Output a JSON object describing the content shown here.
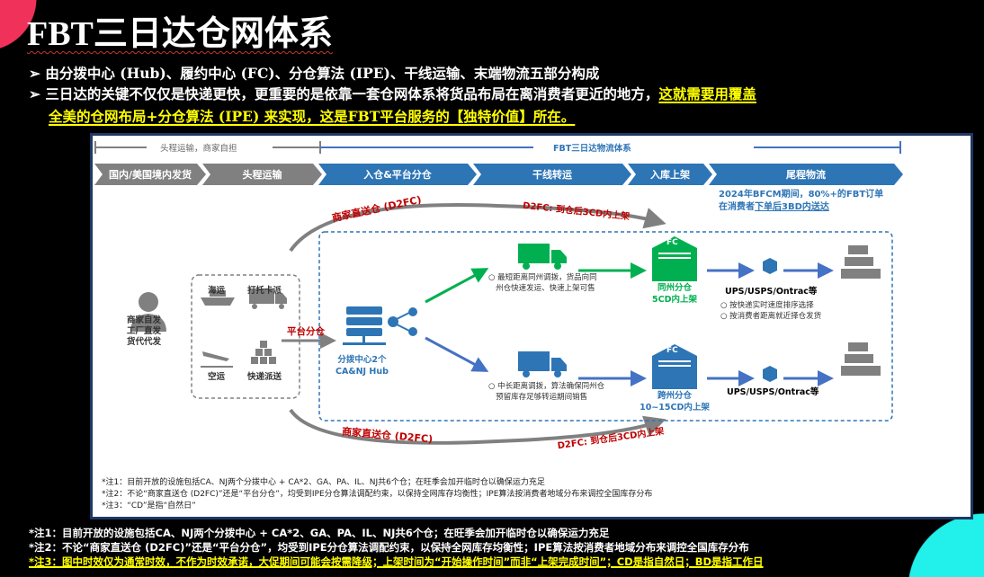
{
  "title": "FBT三日达仓网体系",
  "bullets": [
    "由分拨中心 (Hub)、履约中心 (FC)、分仓算法 (IPE)、干线运输、末端物流五部分构成",
    "三日达的关键不仅仅是快递更快，更重要的是依靠一套仓网体系将货品布局在离消费者更近的地方，",
    "这就需要用覆盖",
    "全美的仓网布局+分仓算法 (IPE) 来实现，这是FBT平台服务的【独特价值】所在。"
  ],
  "timeline": {
    "left_label": "头程运输，商家自担",
    "right_label": "FBT三日达物流体系"
  },
  "stages": [
    "国内/美国境内发货",
    "头程运输",
    "入仓&平台分仓",
    "干线转运",
    "入库上架",
    "尾程物流"
  ],
  "bfcm": {
    "line1": "2024年BFCM期间，80%+的FBT订单",
    "line2_prefix": "在消费者",
    "line2_underlined": "下单后3BD内送达"
  },
  "merchant": {
    "lines": [
      "商家自发",
      "工厂直发",
      "货代代发"
    ]
  },
  "modes": [
    "海运",
    "打托卡派",
    "空运",
    "快递派送"
  ],
  "platform_split": "平台分仓",
  "hub": {
    "line1": "分拨中心2个",
    "line2": "CA&NJ Hub"
  },
  "d2fc_top": "商家直送仓 (D2FC)",
  "d2fc_top_note": "D2FC: 到仓后3CD内上架",
  "d2fc_bottom": "商家直送仓 (D2FC)",
  "d2fc_bottom_note": "D2FC: 到仓后3CD内上架",
  "route_near": {
    "desc1": "最短距离同州调拨，货品向同",
    "desc2": "州仓快速发运、快速上架可售",
    "fc_badge": "FC",
    "fc_name": "同州分仓",
    "fc_time": "5CD内上架",
    "carrier": "UPS/USPS/Ontrac等",
    "notes": [
      "按快递实时速度排序选择",
      "按消费者距离就近择仓发货"
    ]
  },
  "route_far": {
    "desc1": "中长距离调拨，算法确保同州仓",
    "desc2": "预留库存足够转运期间销售",
    "fc_badge": "FC",
    "fc_name": "跨州分仓",
    "fc_time": "10~15CD内上架",
    "carrier": "UPS/USPS/Ontrac等"
  },
  "panel_notes": [
    "*注1：目前开放的设施包括CA、NJ两个分拨中心 + CA*2、GA、PA、IL、NJ共6个仓；在旺季会加开临时仓以确保运力充足",
    "*注2：不论“商家直送仓 (D2FC)”还是“平台分仓”，均受到IPE分仓算法调配约束，以保持全网库存均衡性；IPE算法按消费者地域分布来调控全国库存分布",
    "*注3：“CD”是指“自然日”"
  ],
  "footnotes": [
    "*注1：目前开放的设施包括CA、NJ两个分拨中心 + CA*2、GA、PA、IL、NJ共6个仓；在旺季会加开临时仓以确保运力充足",
    "*注2：不论“商家直送仓 (D2FC)”还是“平台分仓”，均受到IPE分仓算法调配约束，以保持全网库存均衡性；IPE算法按消费者地域分布来调控全国库存分布",
    "*注3：图中时效仅为通常时效，不作为时效承诺，大促期间可能会按需降级；上架时间为“开始操作时间”而非“上架完成时间”；CD是指自然日；BD是指工作日"
  ],
  "colors": {
    "blue": "#2e75b6",
    "green": "#00b050",
    "red": "#c00000",
    "gray": "#808080"
  }
}
